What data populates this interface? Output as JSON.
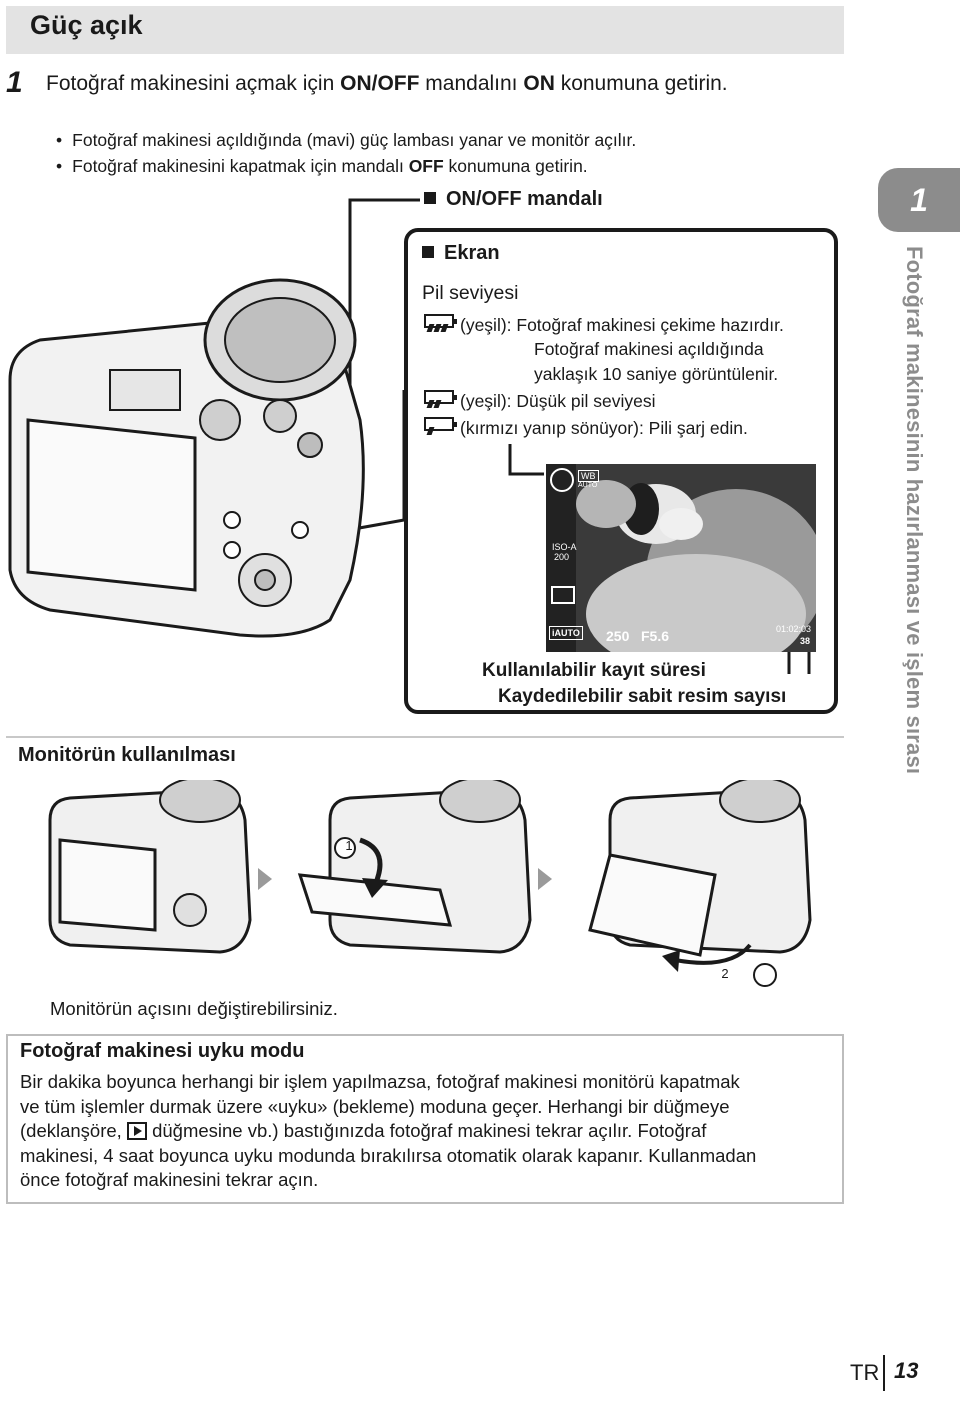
{
  "header": {
    "title": "Güç açık"
  },
  "step": {
    "number": "1",
    "text_pre": "Fotoğraf makinesini açmak için ",
    "onoff": "ON/OFF",
    "text_mid": " mandalını ",
    "on": "ON",
    "text_post": " konumuna getirin."
  },
  "bullets": [
    {
      "text": "Fotoğraf makinesi açıldığında (mavi) güç lambası yanar ve monitör açılır."
    },
    {
      "pre": "Fotoğraf makinesini kapatmak için mandalı ",
      "bold": "OFF",
      "post": " konumuna getirin."
    }
  ],
  "onoff_label": "ON/OFF mandalı",
  "screen": {
    "title": "Ekran",
    "battery_title": "Pil seviyesi",
    "battery_items": [
      {
        "text": "(yeşil): Fotoğraf makinesi çekime hazırdır."
      },
      {
        "text": "Fotoğraf makinesi açıldığında"
      },
      {
        "text": "yaklaşık 10 saniye görüntülenir."
      },
      {
        "text": "(yeşil): Düşük pil seviyesi"
      },
      {
        "text": "(kırmızı yanıp sönüyor): Pili şarj edin."
      }
    ],
    "lcd": {
      "iso": "ISO-A",
      "iso_val": "200",
      "mode": "iAUTO",
      "shutter": "250",
      "aperture": "F5.6",
      "time": "01:02:03",
      "shots": "38",
      "wb": "WB",
      "wb_sub": "AUTO"
    },
    "rec_time_label": "Kullanılabilir kayıt süresi",
    "shots_label": "Kaydedilebilir sabit resim sayısı"
  },
  "side_tab": {
    "number": "1",
    "text": "Fotoğraf makinesinin hazırlanması ve işlem sırası"
  },
  "monitor": {
    "title": "Monitörün kullanılması",
    "caption": "Monitörün açısını değiştirebilirsiniz.",
    "step1": "1",
    "step2": "2"
  },
  "note": {
    "title": "Fotoğraf makinesi uyku modu",
    "line1": "Bir dakika boyunca herhangi bir işlem yapılmazsa, fotoğraf makinesi monitörü kapatmak",
    "line2": "ve tüm işlemler durmak üzere «uyku» (bekleme) moduna geçer. Herhangi bir düğmeye",
    "line3_pre": "(deklanşöre, ",
    "line3_post": " düğmesine vb.) bastığınızda fotoğraf makinesi tekrar açılır. Fotoğraf",
    "line4": "makinesi, 4 saat boyunca uyku modunda bırakılırsa otomatik olarak kapanır. Kullanmadan",
    "line5": "önce fotoğraf makinesini tekrar açın."
  },
  "footer": {
    "lang": "TR",
    "page": "13"
  }
}
